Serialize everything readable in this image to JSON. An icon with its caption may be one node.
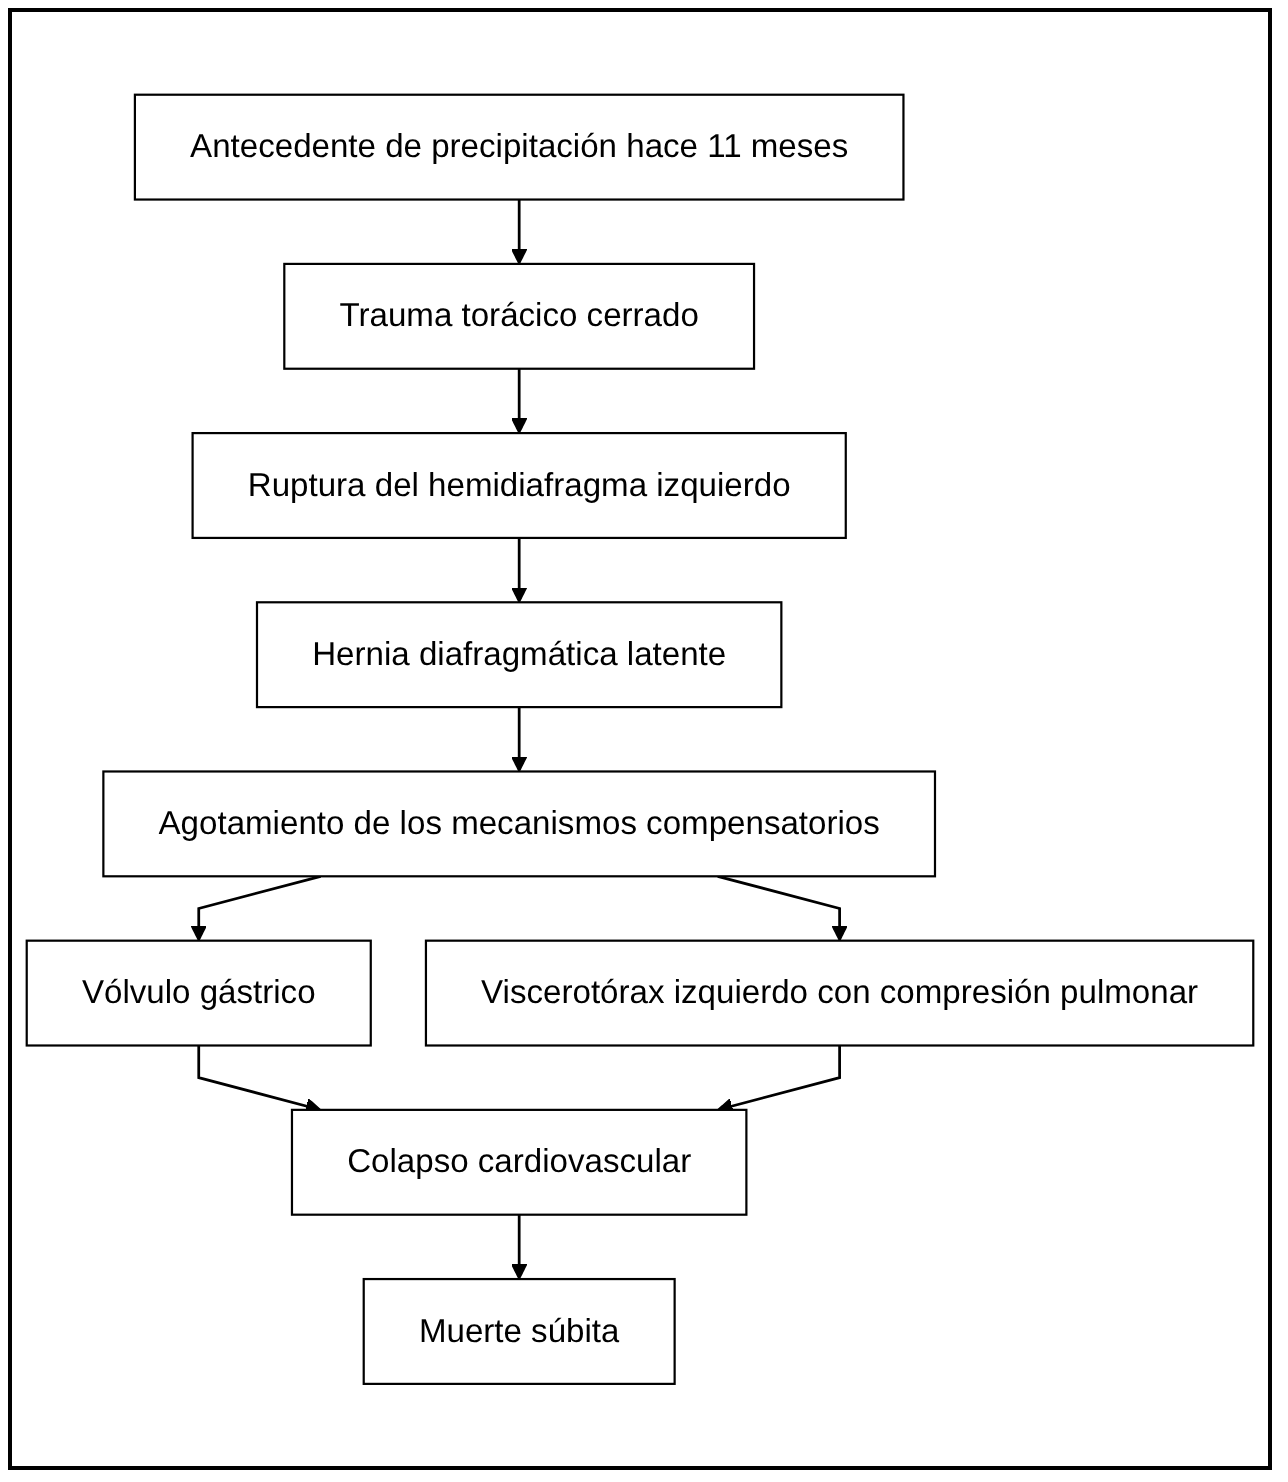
{
  "diagram": {
    "nodes": [
      {
        "text": [
          "Antecedente de precipitación hace 11 meses"
        ]
      },
      {
        "text": [
          "Trauma torácico cerrado"
        ]
      },
      {
        "text": [
          "Ruptura del hemidiafragma izquierdo"
        ]
      },
      {
        "text": [
          "Hernia diafragmática latente"
        ]
      },
      {
        "text": [
          "Agotamiento de los mecanismos compensatorios"
        ]
      },
      {
        "text": [
          "Vólvulo gástrico"
        ]
      },
      {
        "text": [
          "Viscerotórax izquierdo con compresión pulmonar"
        ]
      },
      {
        "text": [
          "Colapso cardiovascular"
        ]
      },
      {
        "text": [
          "Muerte súbita"
        ]
      }
    ],
    "edges": [
      {
        "from": 0,
        "to": 1,
        "arrow": "to"
      },
      {
        "from": 1,
        "to": 2,
        "arrow": "to"
      },
      {
        "from": 2,
        "to": 3,
        "arrow": "to"
      },
      {
        "from": 3,
        "to": 4,
        "arrow": "to"
      },
      {
        "from": 4,
        "to": 5,
        "arrow": "to"
      },
      {
        "from": 4,
        "to": 6,
        "arrow": "to"
      },
      {
        "from": 5,
        "to": 7,
        "arrow": "to"
      },
      {
        "from": 6,
        "to": 7,
        "arrow": "to"
      },
      {
        "from": 7,
        "to": 8,
        "arrow": "to"
      }
    ]
  }
}
